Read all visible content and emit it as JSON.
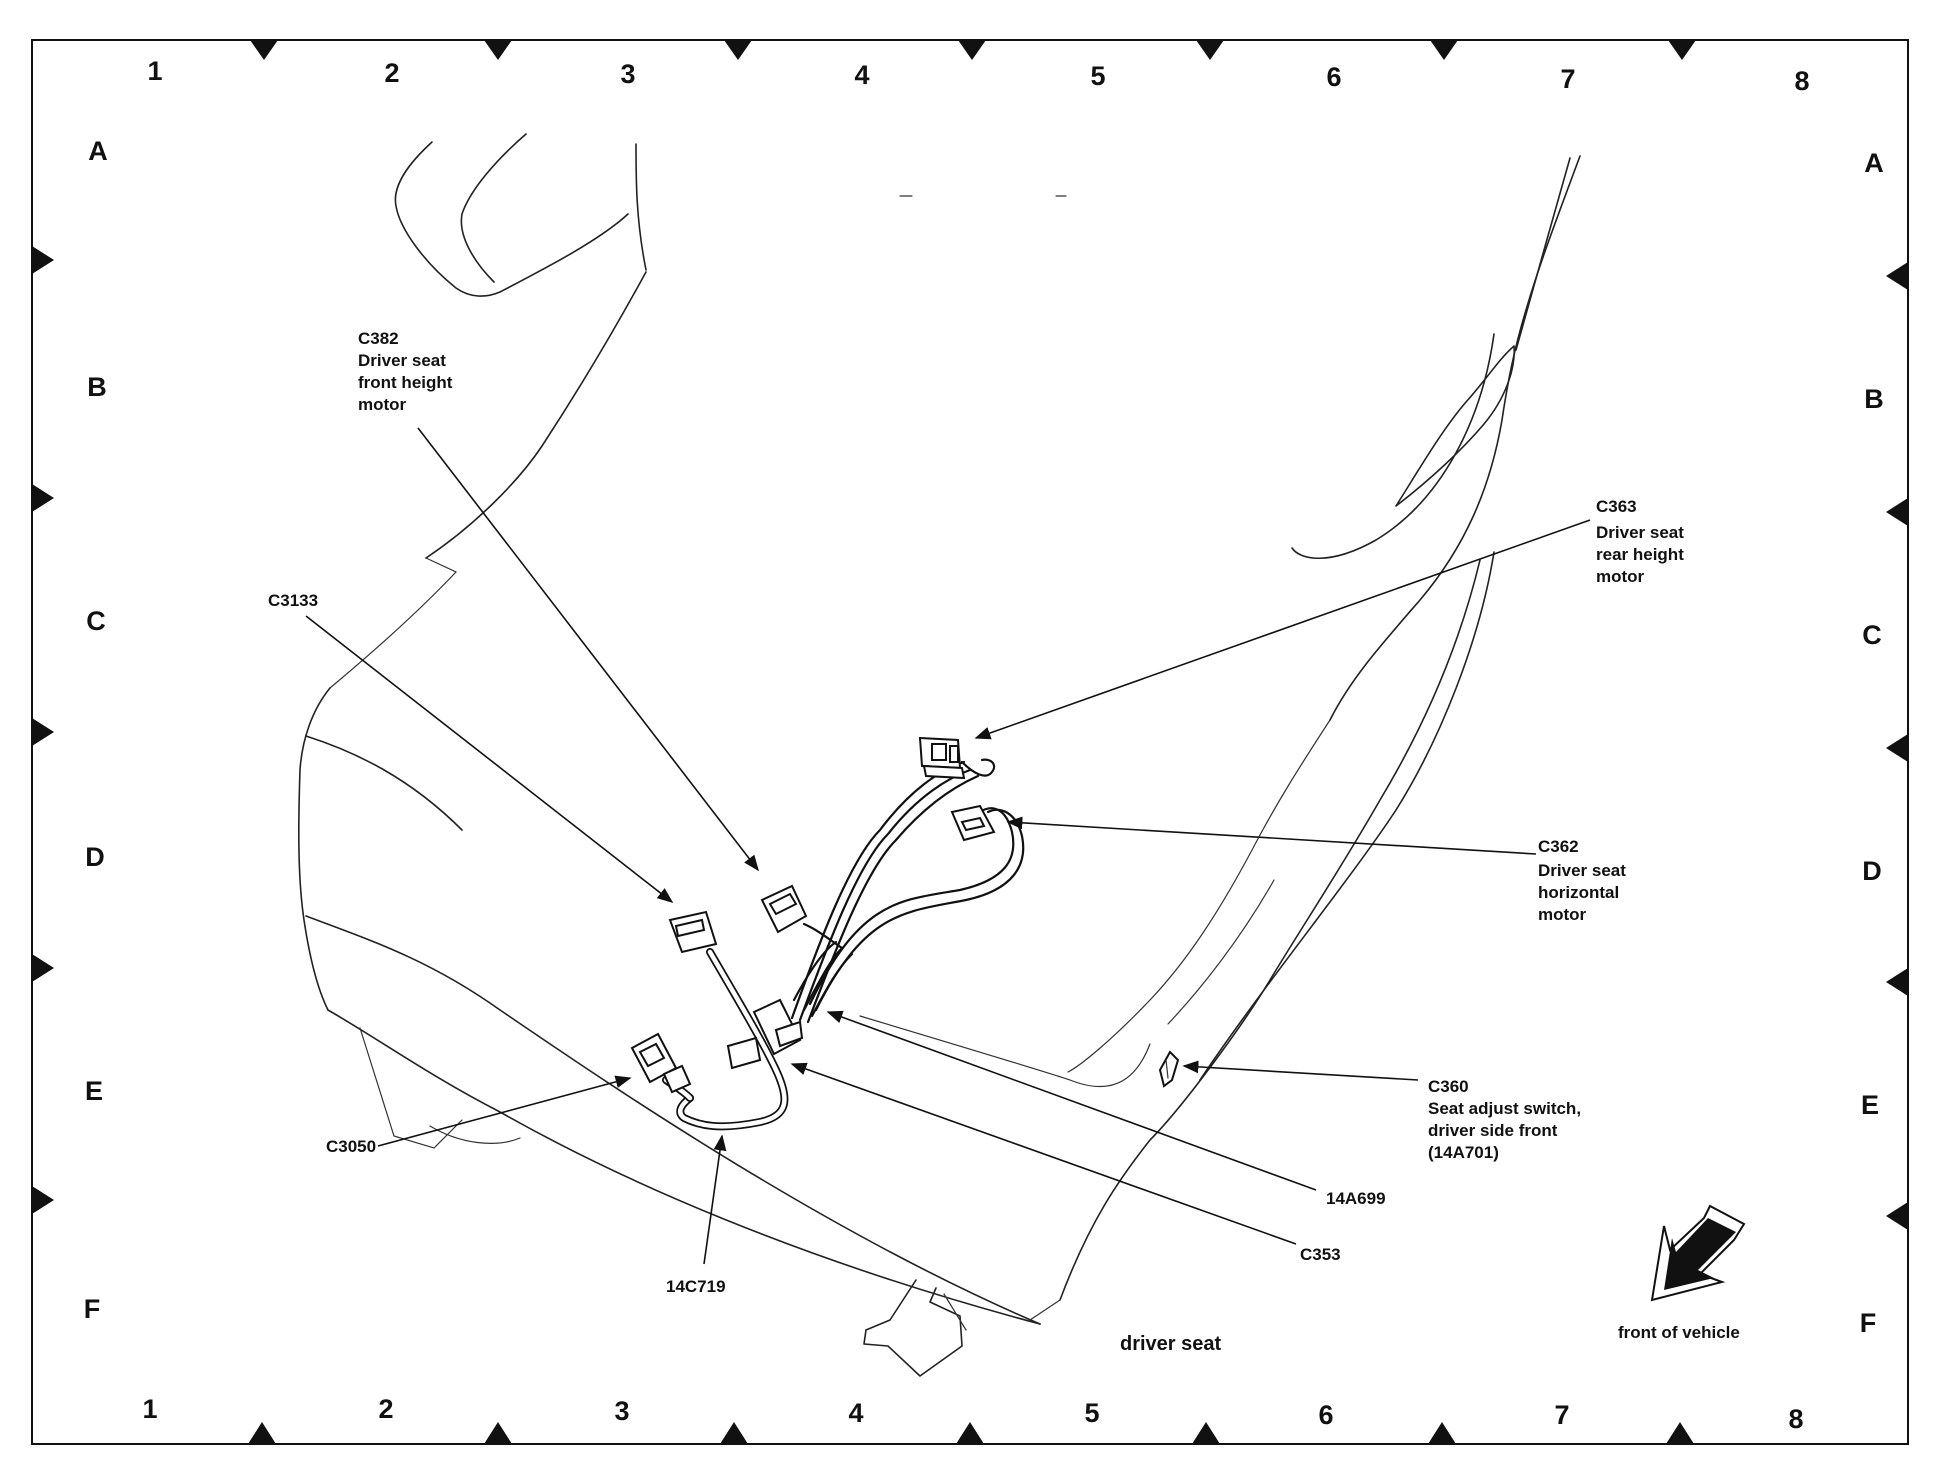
{
  "grid": {
    "columns": [
      "1",
      "2",
      "3",
      "4",
      "5",
      "6",
      "7",
      "8"
    ],
    "rows": [
      "A",
      "B",
      "C",
      "D",
      "E",
      "F"
    ]
  },
  "callouts": {
    "c382": [
      "C382",
      "Driver seat",
      "front height",
      "motor"
    ],
    "c3133": [
      "C3133"
    ],
    "c363": [
      "C363",
      "Driver seat",
      "rear height",
      "motor"
    ],
    "c362": [
      "C362",
      "Driver seat",
      "horizontal",
      "motor"
    ],
    "c360": [
      "C360",
      "Seat adjust switch,",
      "driver side front",
      "(14A701)"
    ],
    "c3050": [
      "C3050"
    ],
    "h14c719": [
      "14C719"
    ],
    "h14a699": [
      "14A699"
    ],
    "c353": [
      "C353"
    ]
  },
  "captions": {
    "driver_seat": "driver seat",
    "front_of_vehicle": "front of vehicle"
  }
}
